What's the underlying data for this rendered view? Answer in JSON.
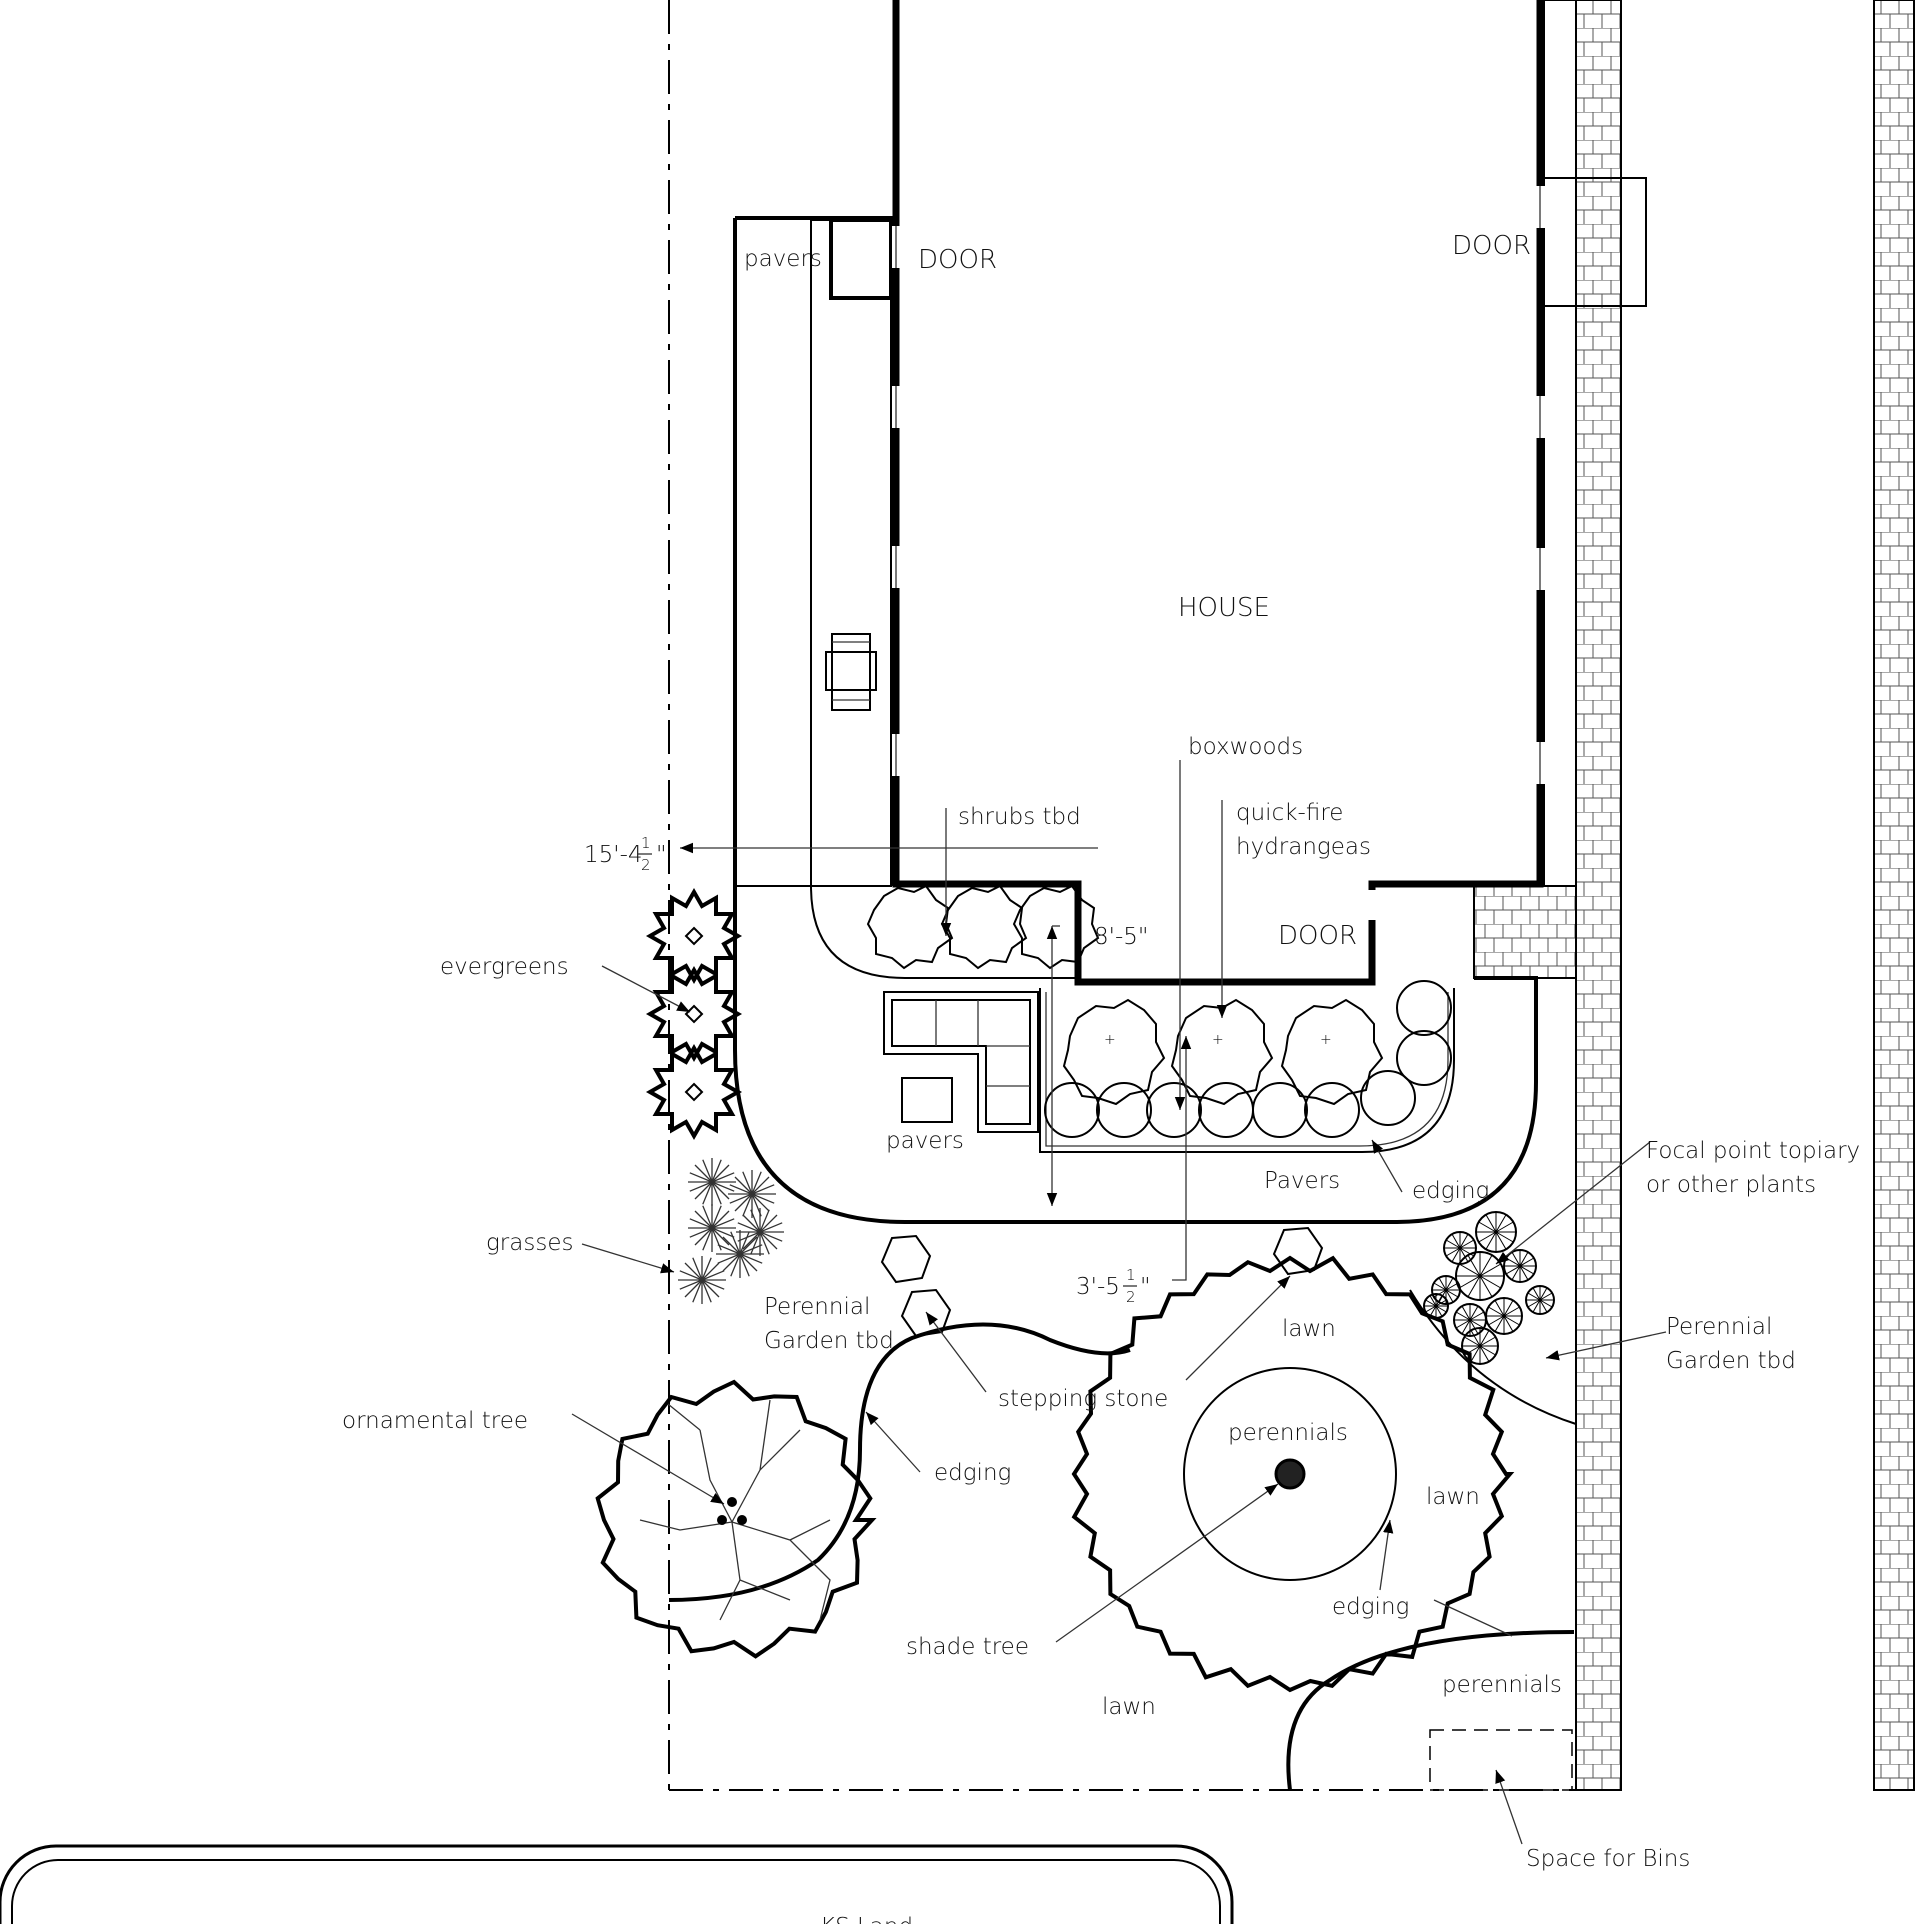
{
  "labels": {
    "house": "HOUSE",
    "door_west": "DOOR",
    "door_east": "DOOR",
    "door_south": "DOOR",
    "pavers_top": "pavers",
    "pavers_patio": "pavers",
    "pavers_walk": "Pavers",
    "boxwoods": "boxwoods",
    "shrubs_tbd": "shrubs tbd",
    "hydrangeas_line1": "quick-fire",
    "hydrangeas_line2": "hydrangeas",
    "evergreens": "evergreens",
    "grasses": "grasses",
    "edging_patio": "edging",
    "edging_lawn_west": "edging",
    "edging_lawn_east": "edging",
    "focal_line1": "Focal point topiary",
    "focal_line2": "or other plants",
    "perennial_w_line1": "Perennial",
    "perennial_w_line2": "Garden tbd",
    "perennial_e_line1": "Perennial",
    "perennial_e_line2": "Garden tbd",
    "stepping_stone": "stepping stone",
    "ornamental_tree": "ornamental tree",
    "lawn_north": "lawn",
    "lawn_east": "lawn",
    "lawn_south": "lawn",
    "perennials_center": "perennials",
    "perennials_corner": "perennials",
    "shade_tree": "shade tree",
    "space_for_bins": "Space for Bins",
    "legend_partial": "KS Land"
  },
  "dimensions": {
    "width_main": "15'-4",
    "width_frac_num": "1",
    "width_frac_den": "2",
    "width_inch": "\"",
    "step": "8'-5\"",
    "offset_main": "3'-5",
    "offset_frac_num": "1",
    "offset_frac_den": "2",
    "offset_inch": "\""
  }
}
